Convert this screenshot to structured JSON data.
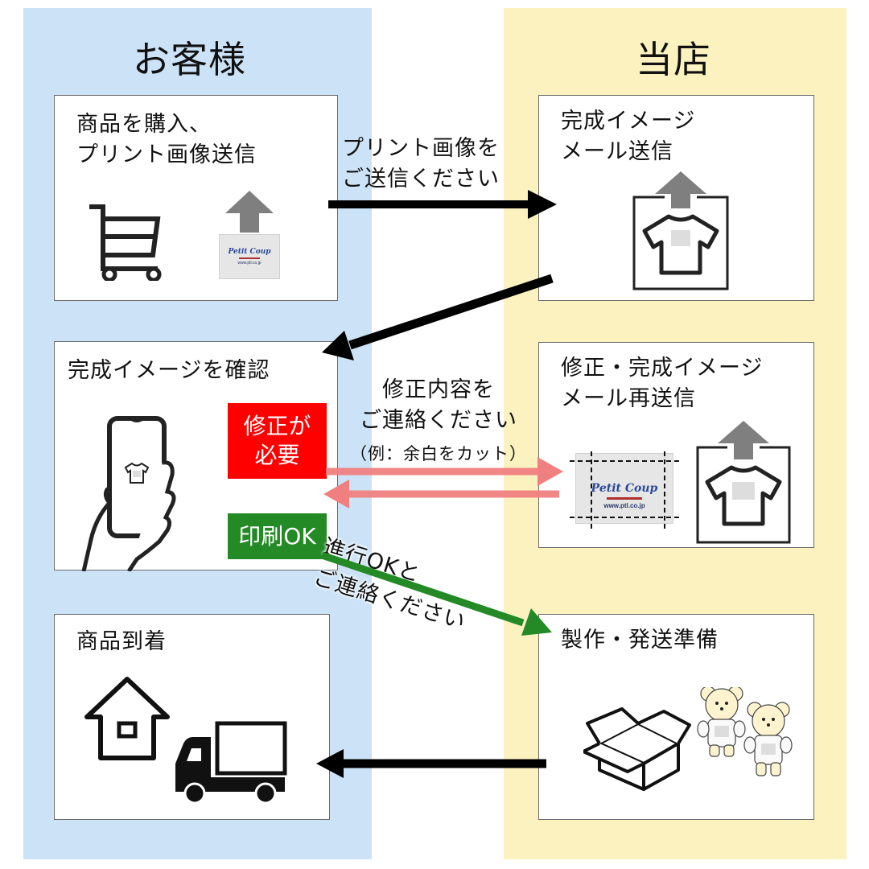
{
  "lanes": {
    "customer": {
      "title": "お客様",
      "color": "#cce3f7"
    },
    "shop": {
      "title": "当店",
      "color": "#fbf2c0"
    }
  },
  "steps": {
    "purchase": {
      "title": "商品を購入、\nプリント画像送信"
    },
    "send_image": {
      "title": "完成イメージ\nメール送信"
    },
    "confirm": {
      "title": "完成イメージを確認"
    },
    "resend": {
      "title": "修正・完成イメージ\nメール再送信"
    },
    "arrival": {
      "title": "商品到着"
    },
    "production": {
      "title": "製作・発送準備"
    }
  },
  "tags": {
    "needs_fix": {
      "label": "修正が\n必要",
      "color": "#ff0000"
    },
    "print_ok": {
      "label": "印刷OK",
      "color": "#238a26"
    }
  },
  "arrow_labels": {
    "send_print_image": "プリント画像を\nご送信ください",
    "fix_details": "修正内容を\nご連絡ください",
    "fix_example": "（例：余白をカット）",
    "proceed_ok": "進行OKと\nご連絡ください"
  },
  "logo": {
    "brand": "Petit Coup",
    "url": "www.ptl.co.jp"
  },
  "icons": [
    "shopping-cart-icon",
    "upload-arrow-icon",
    "tshirt-icon",
    "smartphone-hand-icon",
    "crop-guides-icon",
    "house-icon",
    "delivery-truck-icon",
    "cardboard-box-icon",
    "teddy-bear-icon"
  ]
}
